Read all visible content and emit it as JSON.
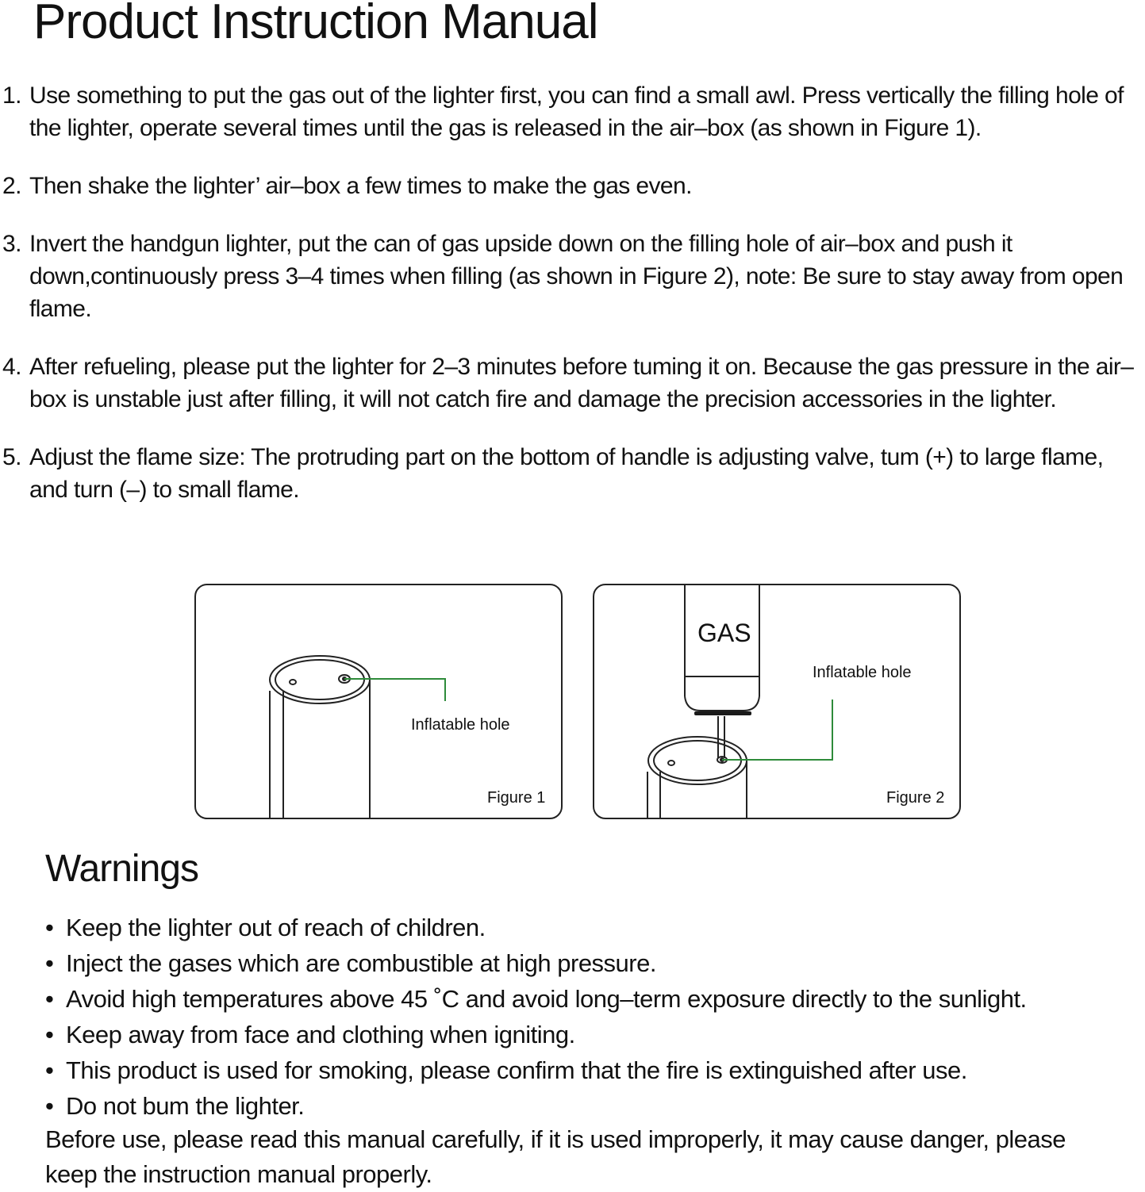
{
  "title": "Product Instruction Manual",
  "steps": [
    {
      "number": "1.",
      "text": "Use something to put the gas out of the lighter first, you can find a small awl. Press vertically the filling hole of the lighter, operate several times until the gas is released in the air–box (as shown in Figure 1)."
    },
    {
      "number": "2.",
      "text": "Then shake the lighter’ air–box a few times to make the gas even."
    },
    {
      "number": "3.",
      "text": "Invert the handgun lighter, put the can of gas upside down on the filling hole of air–box and push it down,continuously press 3–4 times when filling (as shown in Figure 2), note: Be sure to stay away from open flame."
    },
    {
      "number": "4.",
      "text": "After refueling, please put the lighter for 2–3 minutes before tuming it on. Because the gas pressure in the air– box is unstable just after filling, it will not catch fire and damage the precision accessories in the lighter."
    },
    {
      "number": "5.",
      "text": "Adjust the flame size: The protruding part on the bottom of handle is adjusting valve, tum (+) to large flame, and turn (–) to small flame."
    }
  ],
  "figures": [
    {
      "label": "Figure 1",
      "callout": "Inflatable hole"
    },
    {
      "label": "Figure 2",
      "callout": "Inflatable hole",
      "can_label": "GAS"
    }
  ],
  "warnings": {
    "title": "Warnings",
    "bullet": "•",
    "items": [
      "Keep the lighter out of reach of children.",
      "Inject the gases which are combustible at high pressure.",
      "Avoid high temperatures above 45 ˚C and avoid long–term exposure directly to the sunlight.",
      "Keep away from face and clothing when igniting.",
      "This product is used for smoking, please confirm that the fire is extinguished after use.",
      "Do not bum the lighter."
    ],
    "closing": "Before use, please read this manual carefully, if it is used improperly, it may cause danger, please keep the instruction manual properly."
  },
  "colors": {
    "text": "#111111",
    "line": "#222222",
    "callout_line": "#2e8b3a",
    "seal": "#1a1a1a"
  }
}
